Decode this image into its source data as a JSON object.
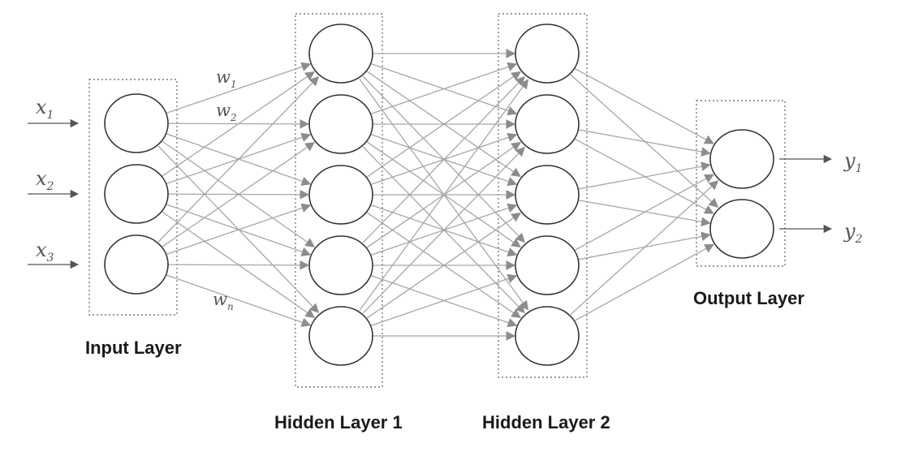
{
  "layers": [
    {
      "label": "Input Layer",
      "nodes": 3
    },
    {
      "label": "Hidden Layer 1",
      "nodes": 5
    },
    {
      "label": "Hidden Layer 2",
      "nodes": 5
    },
    {
      "label": "Output Layer",
      "nodes": 2
    }
  ],
  "inputs": [
    {
      "symbol": "x",
      "sub": "1"
    },
    {
      "symbol": "x",
      "sub": "2"
    },
    {
      "symbol": "x",
      "sub": "3"
    }
  ],
  "outputs": [
    {
      "symbol": "y",
      "sub": "1"
    },
    {
      "symbol": "y",
      "sub": "2"
    }
  ],
  "weights": [
    {
      "symbol": "w",
      "sub": "1"
    },
    {
      "symbol": "w",
      "sub": "2"
    },
    {
      "symbol": "w",
      "sub": "n"
    }
  ],
  "colors": {
    "edge": "#a6a6a6",
    "arrowhead": "#8c8c8c",
    "node_stroke": "#333333",
    "label": "#1a1a1a"
  }
}
